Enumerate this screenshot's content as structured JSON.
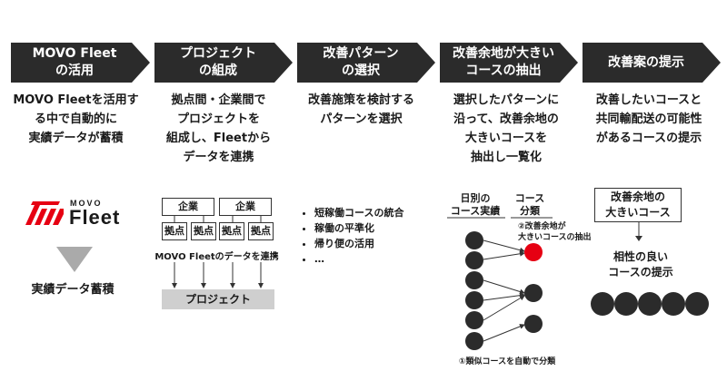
{
  "steps": [
    {
      "label": "MOVO Fleet\nの活用",
      "desc": "MOVO Fleetを活用す\nる中で自動的に\n実績データが蓄積"
    },
    {
      "label": "プロジェクト\nの組成",
      "desc": "拠点間・企業間で\nプロジェクトを\n組成し、Fleetから\nデータを連携"
    },
    {
      "label": "改善パターン\nの選択",
      "desc": "改善施策を検討する\nパターンを選択"
    },
    {
      "label": "改善余地が大きい\nコースの抽出",
      "desc": "選択したパターンに\n沿って、改善余地の\n大きいコースを\n抽出し一覧化"
    },
    {
      "label": "改善案の提示",
      "desc": "改善したいコースと\n共同輸配送の可能性\nがあるコースの提示"
    }
  ],
  "colors": {
    "step_fill": "#2b2b2b",
    "highlight": "#e60012",
    "logo_red": "#e60012",
    "project_fill": "#cfcfcf"
  },
  "logo": {
    "top": "MOVO",
    "bottom": "Fleet"
  },
  "col1": {
    "caption": "実績データ蓄積"
  },
  "col2": {
    "companies": [
      "企業",
      "企業"
    ],
    "bases": [
      "拠点",
      "拠点",
      "拠点",
      "拠点"
    ],
    "link_text": "MOVO Fleetのデータを連携",
    "project": "プロジェクト"
  },
  "col3": {
    "bullets": [
      "短稼働コースの統合",
      "稼働の平準化",
      "帰り便の活用",
      "…"
    ]
  },
  "col4": {
    "header_left": "日別の\nコース実績",
    "header_right": "コース\n分類",
    "extract_label": "②改善余地が\n大きいコースの抽出",
    "classify_label": "①類似コースを自動で分類"
  },
  "col5": {
    "box": "改善余地の\n大きいコース",
    "result": "相性の良い\nコースの提示"
  }
}
